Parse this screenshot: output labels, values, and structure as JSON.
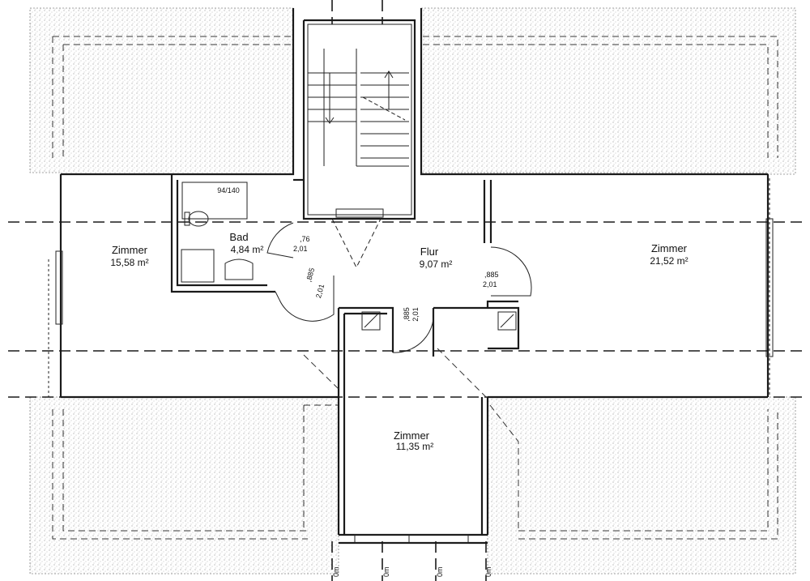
{
  "rooms": {
    "zimmer_left": {
      "name": "Zimmer",
      "area": "15,58 m²"
    },
    "bad": {
      "name": "Bad",
      "area": "4,84 m²"
    },
    "flur": {
      "name": "Flur",
      "area": "9,07 m²"
    },
    "zimmer_right": {
      "name": "Zimmer",
      "area": "21,52 m²"
    },
    "zimmer_bottom": {
      "name": "Zimmer",
      "area": "11,35 m²"
    }
  },
  "window_label": "94/140",
  "doors": {
    "bad_door": {
      "width": ",76",
      "height": "2,01"
    },
    "zimmer_left_door": {
      "width": ",885",
      "height": "2,01"
    },
    "zimmer_bottom_door": {
      "width": ",885",
      "height": "2,01"
    },
    "zimmer_right_door": {
      "width": ",885",
      "height": "2,01"
    }
  },
  "section_marks": [
    "0m",
    "0m",
    "0m",
    "0m"
  ]
}
